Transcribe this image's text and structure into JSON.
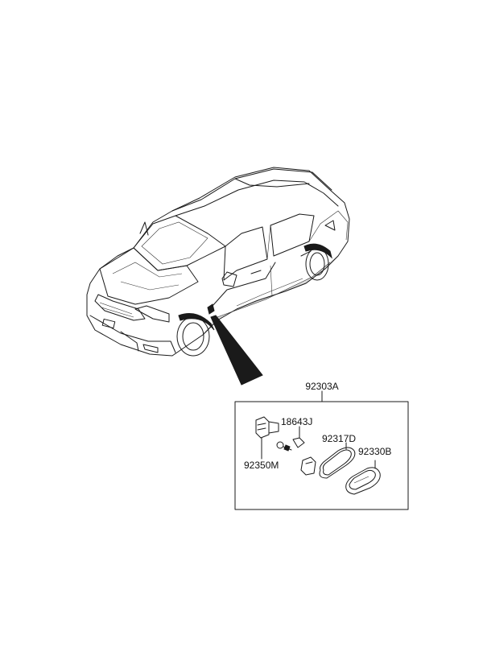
{
  "parts": {
    "assembly": "92303A",
    "bulb_connector": "18643J",
    "gasket": "92317D",
    "lens": "92330B",
    "socket_wiring": "92350M"
  }
}
